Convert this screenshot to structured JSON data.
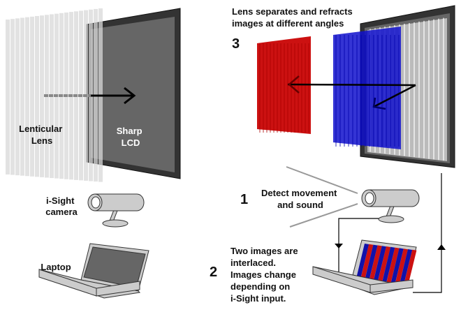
{
  "left_panel": {
    "lens_label": [
      "Lenticular",
      "Lens"
    ],
    "lcd_label": [
      "Sharp",
      "LCD"
    ],
    "camera_label": [
      "i-Sight",
      "camera"
    ],
    "laptop_label": "Laptop"
  },
  "right_panel": {
    "step3": {
      "number": "3",
      "text": [
        "Lens separates and refracts",
        "images at different angles"
      ]
    },
    "step1": {
      "number": "1",
      "text": [
        "Detect movement",
        "and sound"
      ]
    },
    "step2": {
      "number": "2",
      "text": [
        "Two images are",
        "interlaced.",
        "Images change",
        "depending on",
        "i-Sight input."
      ]
    }
  },
  "colors": {
    "red_image": "#cc1111",
    "blue_image": "#1111cc",
    "lcd_dark": "#333333",
    "lcd_screen": "#666666",
    "lens_gray": "#dddddd"
  }
}
